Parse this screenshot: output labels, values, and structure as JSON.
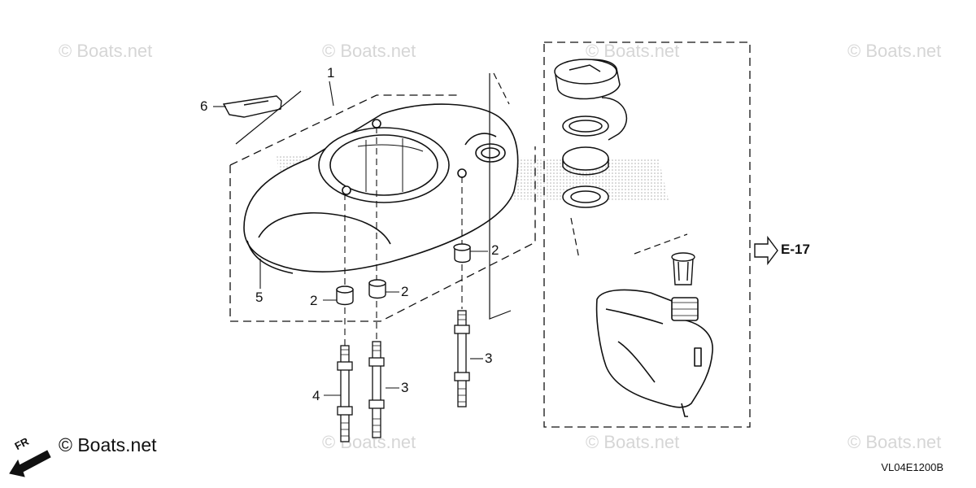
{
  "watermarks": [
    "© Boats.net",
    "© Boats.net",
    "© Boats.net",
    "© Boats.net",
    "© Boats.net",
    "© Boats.net",
    "© Boats.net"
  ],
  "brand_text": "© Boats.net",
  "fr_text": "FR",
  "ref_text": "E-17",
  "diagram_code": "VL04E1200B",
  "callouts": {
    "c1": "1",
    "c6": "6",
    "c5": "5",
    "c2a": "2",
    "c2b": "2",
    "c2c": "2",
    "c3a": "3",
    "c3b": "3",
    "c4": "4"
  }
}
